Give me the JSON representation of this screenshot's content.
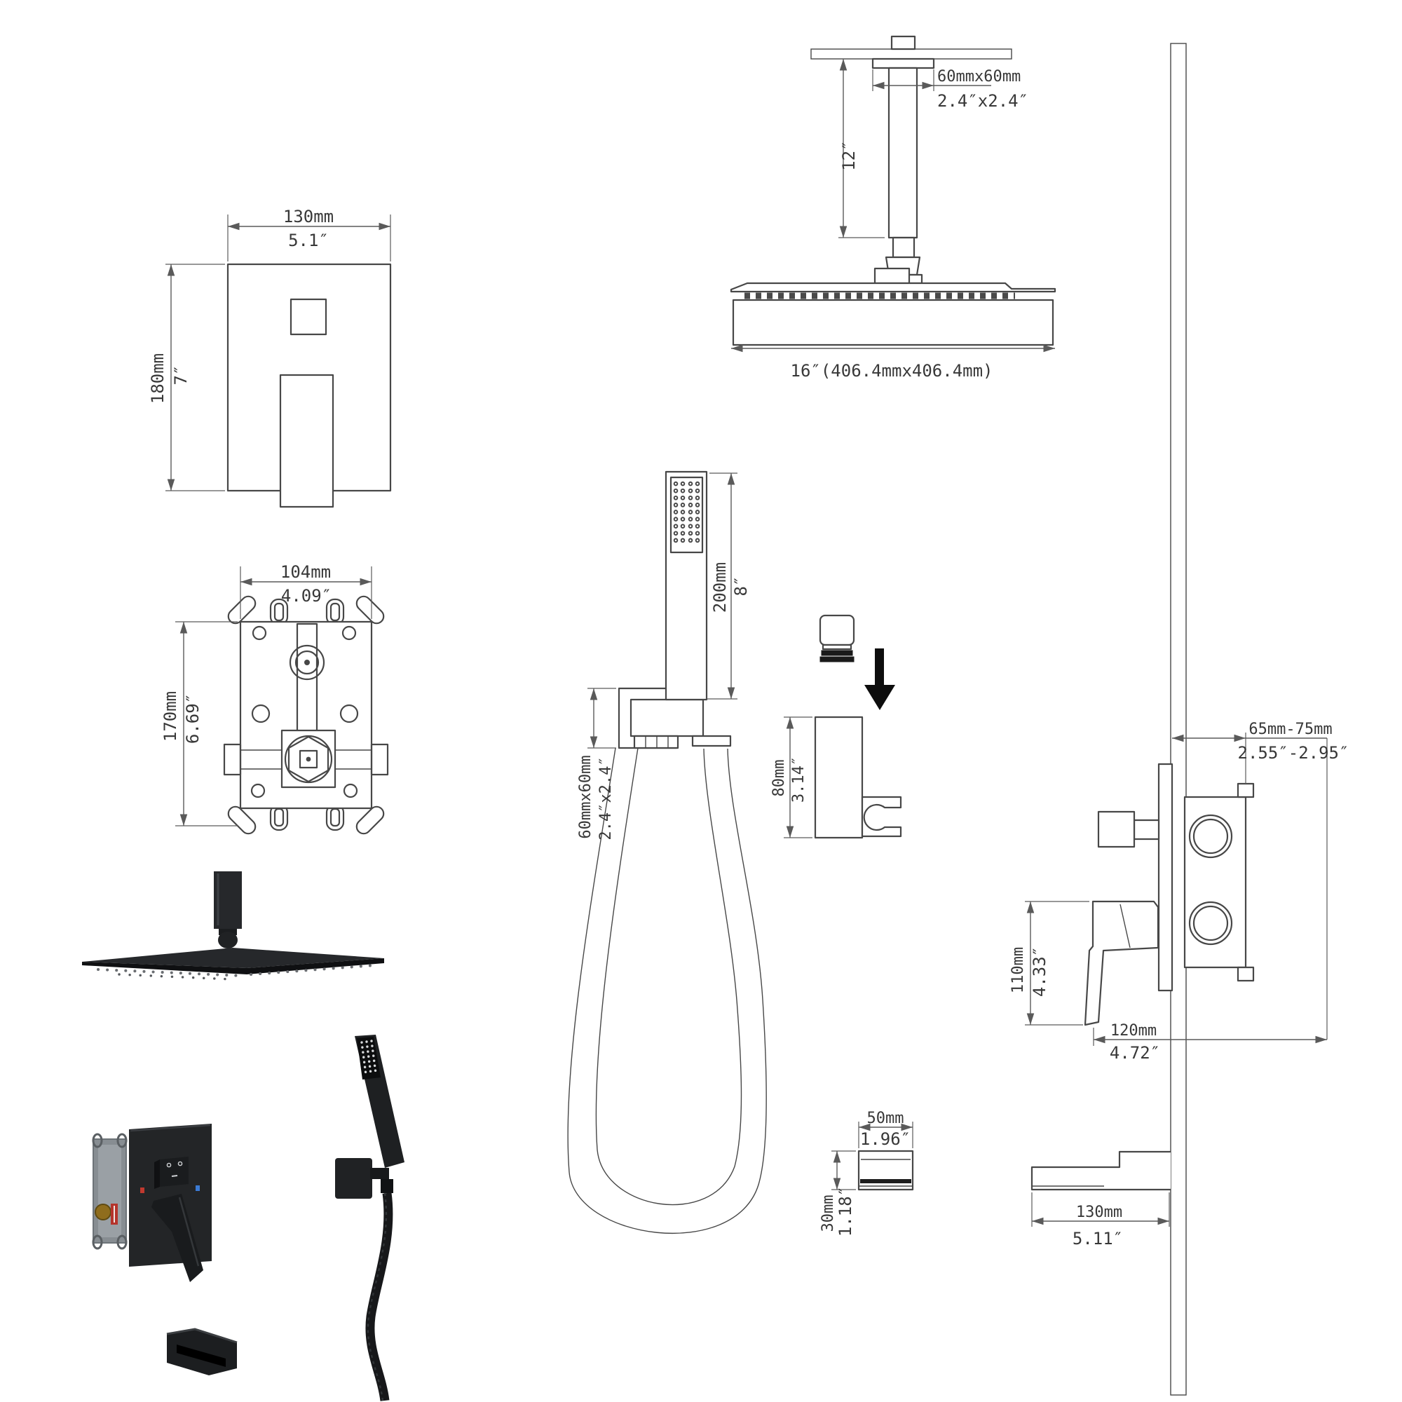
{
  "dims": {
    "trim_front": {
      "width_mm": "130mm",
      "width_in": "5.1″",
      "height_mm": "180mm",
      "height_in": "7″"
    },
    "rough_in": {
      "width_mm": "104mm",
      "width_in": "4.09″",
      "height_mm": "170mm",
      "height_in": "6.69″"
    },
    "ceiling_arm": {
      "size_mm": "60mmx60mm",
      "size_in": "2.4″x2.4″",
      "length_in": "12″"
    },
    "rain_head": {
      "size": "16″(406.4mmx406.4mm)"
    },
    "hand_shower": {
      "length_mm": "200mm",
      "length_in": "8″",
      "bracket_mm": "60mmx60mm",
      "bracket_in": "2.4″x2.4″"
    },
    "holder": {
      "height_mm": "80mm",
      "height_in": "3.14″"
    },
    "valve_side": {
      "depth_mm": "65mm-75mm",
      "depth_in": "2.55″-2.95″",
      "handle_mm": "110mm",
      "handle_in": "4.33″",
      "width_mm": "120mm",
      "width_in": "4.72″"
    },
    "spout": {
      "length_mm": "130mm",
      "length_in": "5.11″"
    },
    "union_nut": {
      "width_mm": "50mm",
      "width_in": "1.96″",
      "height_mm": "30mm",
      "height_in": "1.18″"
    }
  },
  "colors": {
    "line": "#474747",
    "dimension": "#5a5a5a",
    "black_finish": "#1e2022",
    "deep_black": "#0e0f10",
    "rough_in_gray": "#9aa0a5",
    "brass_gold": "#8f6d1d",
    "hot_red": "#c0392f",
    "cold_blue": "#3b7bd4"
  }
}
